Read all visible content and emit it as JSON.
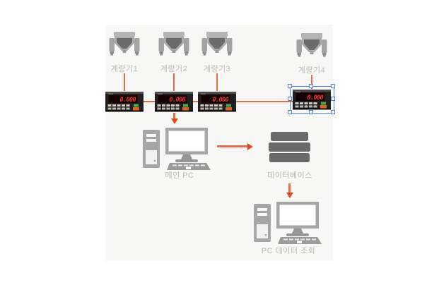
{
  "diagram": {
    "title_context": "weighing-system-data-flow",
    "scales": [
      {
        "label": "계량기1",
        "indicator_display": "0.000",
        "selected": false
      },
      {
        "label": "계량기2",
        "indicator_display": "0.000",
        "selected": false
      },
      {
        "label": "계량기3",
        "indicator_display": "0.000",
        "selected": false
      },
      {
        "label": "계량기4",
        "indicator_display": "0.000",
        "selected": true
      }
    ],
    "main_pc": {
      "label": "메인 PC"
    },
    "database": {
      "label": "데이터베이스"
    },
    "client_pc": {
      "label": "PC 데이터 조회"
    },
    "colors": {
      "panel_bg": "#f7f7f5",
      "connector_orange": "#ec6a3f",
      "arrowhead_orange": "#e2491c",
      "icon_gray": "#a6a6a6",
      "icon_dark_gray": "#6a6a6a",
      "label_gray": "#bcb9b5",
      "selection_blue": "#4c83e8",
      "led_red": "#f13232",
      "indicator_body": "#202020"
    }
  }
}
